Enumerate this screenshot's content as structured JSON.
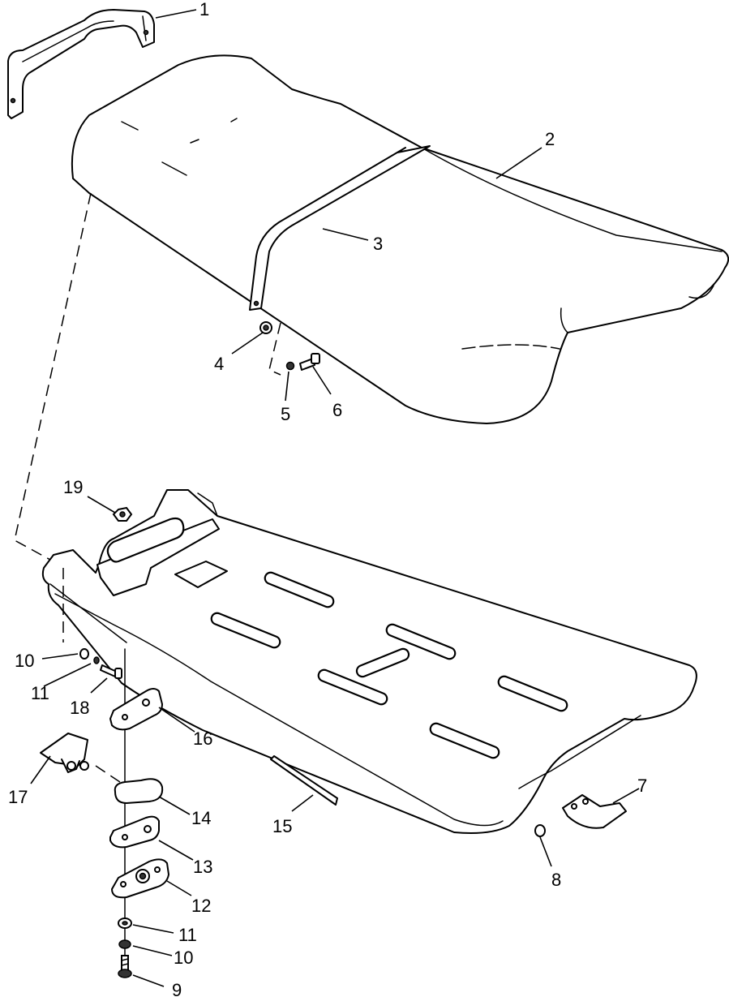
{
  "colors": {
    "background": "#ffffff",
    "line": "#000000"
  },
  "callouts": {
    "c1": "1",
    "c2": "2",
    "c3": "3",
    "c4": "4",
    "c5": "5",
    "c6": "6",
    "c7": "7",
    "c8": "8",
    "c9": "9",
    "c10a": "10",
    "c10b": "10",
    "c11a": "11",
    "c11b": "11",
    "c12": "12",
    "c13": "13",
    "c14": "14",
    "c15": "15",
    "c16": "16",
    "c17": "17",
    "c18": "18",
    "c19": "19"
  }
}
